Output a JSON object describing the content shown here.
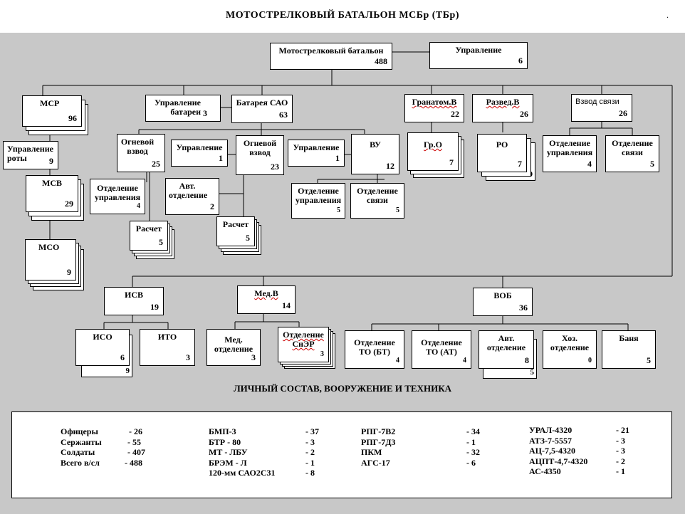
{
  "title": "МОТОСТРЕЛКОВЫЙ  БАТАЛЬОН  МСБр  (ТБр)",
  "corner_mark": ".",
  "nodes": {
    "msb": {
      "name": "Мотострелковый батальон",
      "num": "488"
    },
    "upr": {
      "name": "Управление",
      "num": "6"
    },
    "msr": {
      "name": "МСР",
      "num": "96"
    },
    "upr_roty": {
      "name": "Управление роты",
      "num": "9"
    },
    "msv": {
      "name": "МСВ",
      "num": "29"
    },
    "mso": {
      "name": "МСО",
      "num": "9"
    },
    "upr_bat": {
      "name": "Управление батареи",
      "num": "3"
    },
    "bat_sao": {
      "name": "Батарея САО",
      "num": "63"
    },
    "ogn1": {
      "name": "Огневой взвод",
      "num": "25"
    },
    "upr_b": {
      "name": "Управление",
      "num": "1"
    },
    "ogn2": {
      "name": "Огневой взвод",
      "num": "23"
    },
    "otd_upr_b": {
      "name": "Отделение управления",
      "num": "4"
    },
    "avt_otd": {
      "name": "Авт. отделение",
      "num": "2"
    },
    "raschet1": {
      "name": "Расчет",
      "num": "5"
    },
    "raschet2": {
      "name": "Расчет",
      "num": "5"
    },
    "upr_vu": {
      "name": "Управление",
      "num": "1"
    },
    "vu": {
      "name": "ВУ",
      "num": "12"
    },
    "otd_upr_vu": {
      "name": "Отделение управления",
      "num": "5"
    },
    "otd_sv_vu": {
      "name": "Отделение связи",
      "num": "5"
    },
    "granat": {
      "name": "Гранатом.В",
      "num": "22"
    },
    "gro": {
      "name": "Гр.О",
      "num": "7"
    },
    "razved": {
      "name": "Развед.В",
      "num": "26"
    },
    "ro": {
      "name": "РО",
      "num": "7",
      "num2": "9"
    },
    "vzvod_sv": {
      "name": "Взвод связи",
      "num": "26"
    },
    "otd_upr_s": {
      "name": "Отделение управления",
      "num": "4"
    },
    "otd_sv_s": {
      "name": "Отделение связи",
      "num": "5"
    },
    "isv": {
      "name": "ИСВ",
      "num": "19"
    },
    "iso": {
      "name": "ИСО",
      "num": "6",
      "num2": "9"
    },
    "ito": {
      "name": "ИТО",
      "num": "3"
    },
    "medv": {
      "name": "Мед.В",
      "num": "14"
    },
    "med_otd": {
      "name": "Мед. отделение",
      "num": "3"
    },
    "otd_sner": {
      "name": "Отделение СнЭР",
      "num": "3"
    },
    "vob": {
      "name": "ВОБ",
      "num": "36"
    },
    "to_bt": {
      "name": "Отделение ТО (БТ)",
      "num": "4"
    },
    "to_at": {
      "name": "Отделение ТО (АТ)",
      "num": "4"
    },
    "avt_vob": {
      "name": "Авт. отделение",
      "num": "8",
      "num2": "5"
    },
    "hoz": {
      "name": "Хоз. отделение",
      "num": "0"
    },
    "banya": {
      "name": "Баня",
      "num": "5"
    }
  },
  "subtitle": "ЛИЧНЫЙ СОСТАВ, ВООРУЖЕНИЕ И ТЕХНИКА",
  "stats": {
    "personnel": [
      {
        "label": "Офицеры",
        "value": "- 26"
      },
      {
        "label": "Сержанты",
        "value": "- 55"
      },
      {
        "label": "Солдаты",
        "value": "- 407"
      },
      {
        "label": "Всего в/сл",
        "value": "- 488"
      }
    ],
    "vehicles": [
      {
        "label": "БМП-3",
        "value": "- 37"
      },
      {
        "label": "БТР - 80",
        "value": "- 3"
      },
      {
        "label": "МТ - ЛБУ",
        "value": "- 2"
      },
      {
        "label": "БРЭМ - Л",
        "value": "- 1"
      },
      {
        "label": "120-мм  САО2С31",
        "value": "- 8"
      }
    ],
    "weapons": [
      {
        "label": "РПГ-7В2",
        "value": "- 34"
      },
      {
        "label": "РПГ-7Д3",
        "value": "- 1"
      },
      {
        "label": "ПКМ",
        "value": "- 32"
      },
      {
        "label": "АГС-17",
        "value": "- 6"
      }
    ],
    "trucks": [
      {
        "label": "УРАЛ-4320",
        "value": "- 21"
      },
      {
        "label": "АТЗ-7-5557",
        "value": "- 3"
      },
      {
        "label": "АЦ-7,5-4320",
        "value": "- 3"
      },
      {
        "label": "АЦПТ-4,7-4320",
        "value": "- 2"
      },
      {
        "label": "АС-4350",
        "value": "- 1"
      }
    ]
  }
}
